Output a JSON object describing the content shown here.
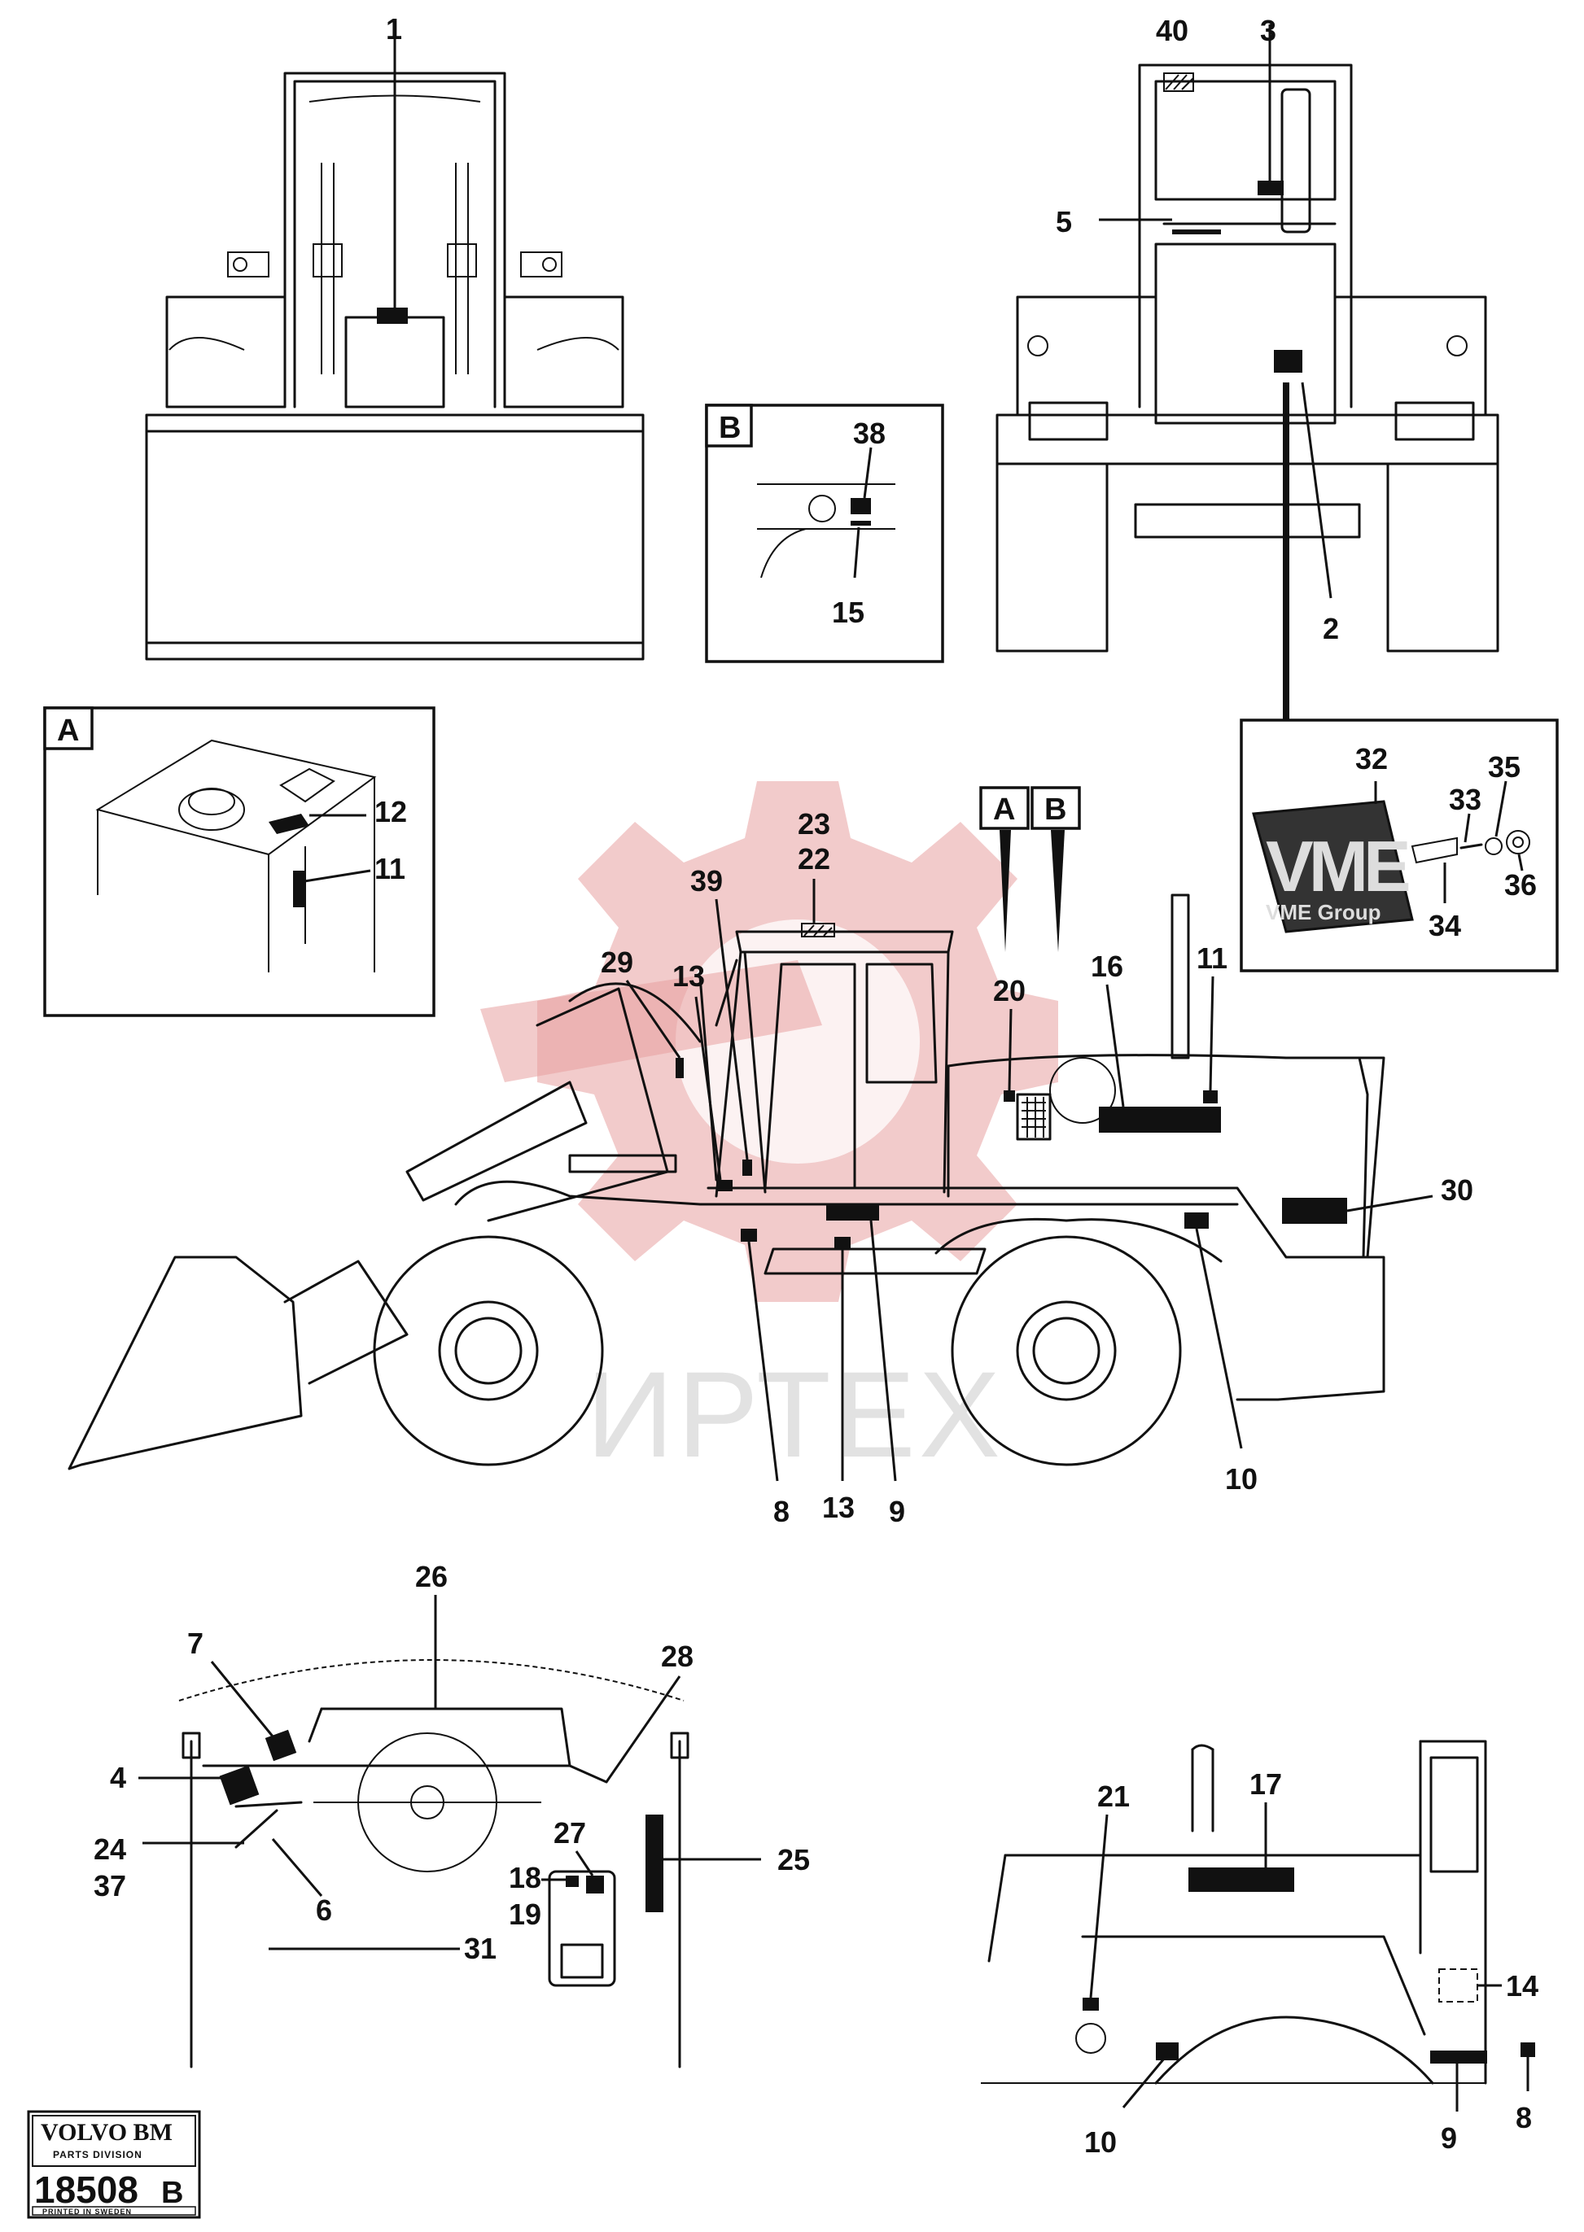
{
  "callouts": {
    "c1": "1",
    "c2": "2",
    "c3": "3",
    "c4": "4",
    "c5": "5",
    "c6": "6",
    "c7": "7",
    "c8a": "8",
    "c8b": "8",
    "c9a": "9",
    "c9b": "9",
    "c10a": "10",
    "c10b": "10",
    "c11a": "11",
    "c11b": "11",
    "c12": "12",
    "c13a": "13",
    "c13b": "13",
    "c14": "14",
    "c15": "15",
    "c16": "16",
    "c17": "17",
    "c18": "18",
    "c19": "19",
    "c20": "20",
    "c21": "21",
    "c22": "22",
    "c23": "23",
    "c24": "24",
    "c25": "25",
    "c26": "26",
    "c27": "27",
    "c28": "28",
    "c29": "29",
    "c30": "30",
    "c31": "31",
    "c32": "32",
    "c33": "33",
    "c34": "34",
    "c35": "35",
    "c36": "36",
    "c37": "37",
    "c38": "38",
    "c39": "39",
    "c40": "40"
  },
  "detail_labels": {
    "a": "A",
    "b": "B",
    "a_tag": "A",
    "b_tag": "B"
  },
  "logo": {
    "mark": "VME",
    "group_text": "VME Group"
  },
  "watermark": {
    "text": "ИРТЕХ",
    "color": "#e8a0a0"
  },
  "title_block": {
    "brand": "VOLVO BM",
    "division": "PARTS DIVISION",
    "drawing_number": "18508",
    "revision": "B",
    "printed": "PRINTED IN SWEDEN"
  }
}
